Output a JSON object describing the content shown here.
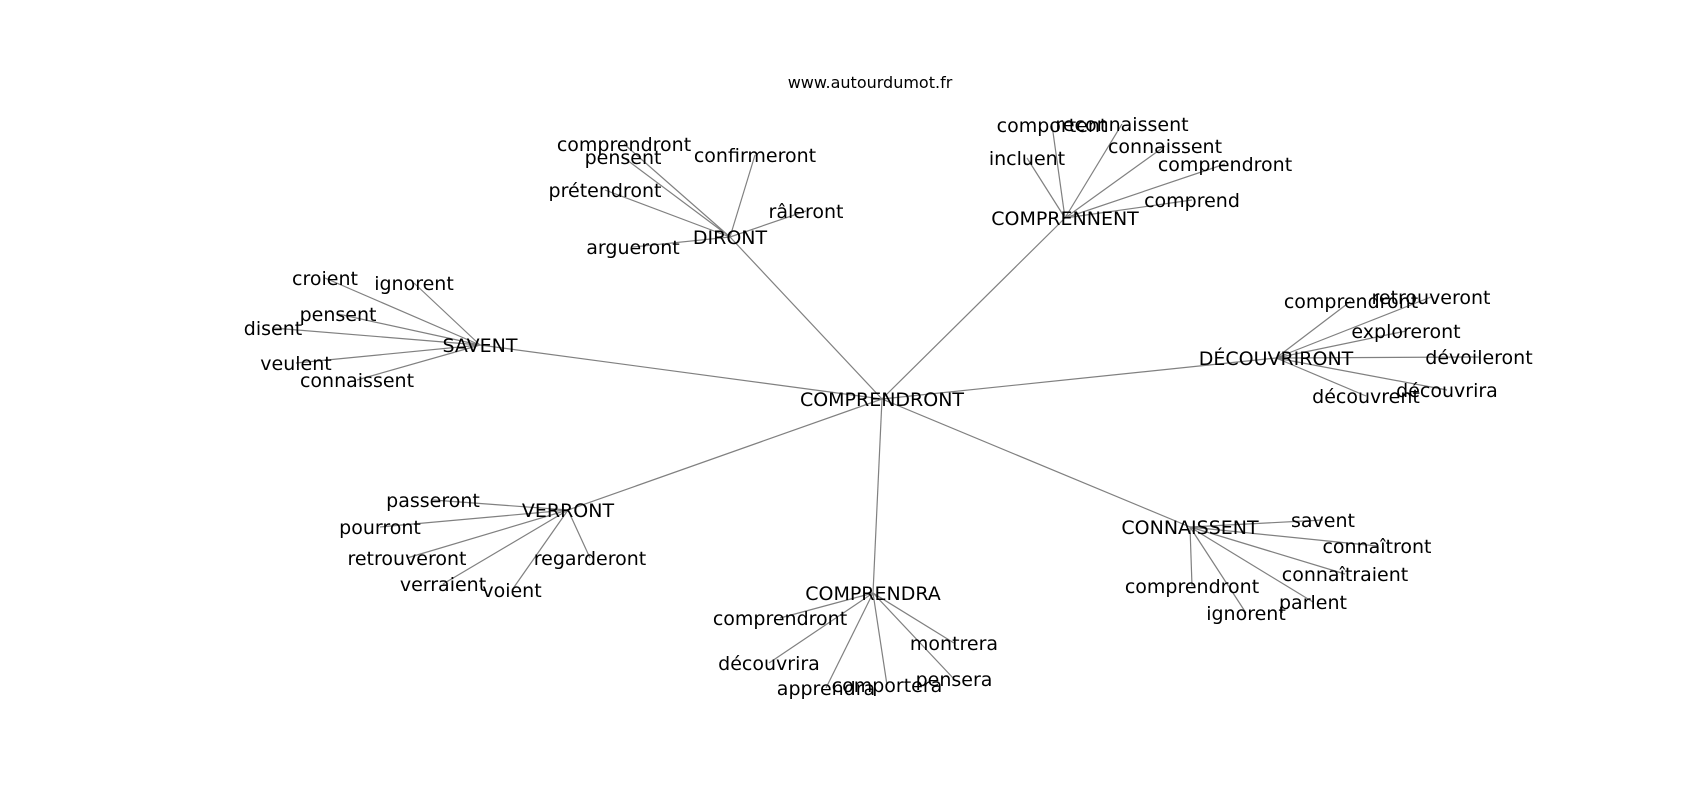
{
  "header": {
    "site": "www.autourdumot.fr"
  },
  "style": {
    "edge_color": "#808080",
    "text_color": "#000000",
    "background": "#ffffff"
  },
  "graph": {
    "center": "COMPRENDRONT",
    "groups": [
      {
        "hub": "SAVENT",
        "leaves": [
          "croient",
          "ignorent",
          "pensent",
          "disent",
          "veulent",
          "connaissent"
        ]
      },
      {
        "hub": "DIRONT",
        "leaves": [
          "comprendront",
          "pensent",
          "confirmeront",
          "prétendront",
          "râleront",
          "argueront"
        ]
      },
      {
        "hub": "COMPRENNENT",
        "leaves": [
          "comportent",
          "reconnaissent",
          "incluent",
          "connaissent",
          "comprendront",
          "comprend"
        ]
      },
      {
        "hub": "DÉCOUVRIRONT",
        "leaves": [
          "comprendront",
          "retrouveront",
          "exploreront",
          "dévoileront",
          "découvrira",
          "découvrent"
        ]
      },
      {
        "hub": "CONNAISSENT",
        "leaves": [
          "savent",
          "connaîtront",
          "connaîtraient",
          "comprendront",
          "parlent",
          "ignorent"
        ]
      },
      {
        "hub": "COMPRENDRA",
        "leaves": [
          "comprendront",
          "montrera",
          "découvrira",
          "pensera",
          "apprendra",
          "comportera"
        ]
      },
      {
        "hub": "VERRONT",
        "leaves": [
          "passeront",
          "pourront",
          "retrouveront",
          "regarderont",
          "verraient",
          "voient"
        ]
      }
    ]
  }
}
